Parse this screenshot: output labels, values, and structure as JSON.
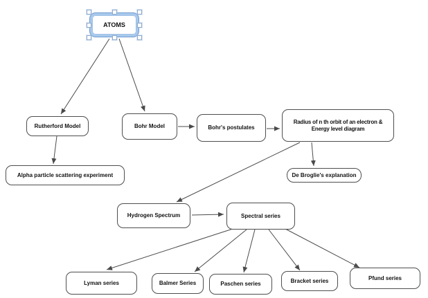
{
  "diagram": {
    "nodes": {
      "atoms": {
        "label": "ATOMS",
        "selected": true
      },
      "rutherford": {
        "label": "Rutherford Model"
      },
      "bohr_model": {
        "label": "Bohr Model"
      },
      "bohr_postulates": {
        "label": "Bohr's postulates"
      },
      "radius": {
        "line1": "Radius of n th orbit of an electron &",
        "line2": "Energy level diagram"
      },
      "alpha": {
        "label": "Alpha particle scattering experiment"
      },
      "de_broglie": {
        "label": "De Broglie's explanation"
      },
      "hydrogen": {
        "label": "Hydrogen Spectrum"
      },
      "spectral": {
        "label": "Spectral series"
      },
      "lyman": {
        "label": "Lyman series"
      },
      "balmer": {
        "label": "Balmer Series"
      },
      "paschen": {
        "label": "Paschen series"
      },
      "bracket": {
        "label": "Bracket series"
      },
      "pfund": {
        "label": "Pfund series"
      }
    },
    "edges": [
      {
        "from": "atoms",
        "to": "rutherford"
      },
      {
        "from": "atoms",
        "to": "bohr_model"
      },
      {
        "from": "rutherford",
        "to": "alpha"
      },
      {
        "from": "bohr_model",
        "to": "bohr_postulates"
      },
      {
        "from": "bohr_postulates",
        "to": "radius"
      },
      {
        "from": "radius",
        "to": "de_broglie"
      },
      {
        "from": "radius",
        "to": "hydrogen"
      },
      {
        "from": "hydrogen",
        "to": "spectral"
      },
      {
        "from": "spectral",
        "to": "lyman"
      },
      {
        "from": "spectral",
        "to": "balmer"
      },
      {
        "from": "spectral",
        "to": "paschen"
      },
      {
        "from": "spectral",
        "to": "bracket"
      },
      {
        "from": "spectral",
        "to": "pfund"
      }
    ],
    "colors": {
      "background": "#ffffff",
      "node_fill": "#ffffff",
      "node_border": "#4d4d4d",
      "arrow": "#4a4a4a",
      "selection_band": "#a9c9ec",
      "selection_outline": "#6f9bd1",
      "handle_fill": "#ffffff",
      "handle_border": "#8ea9c9"
    }
  }
}
